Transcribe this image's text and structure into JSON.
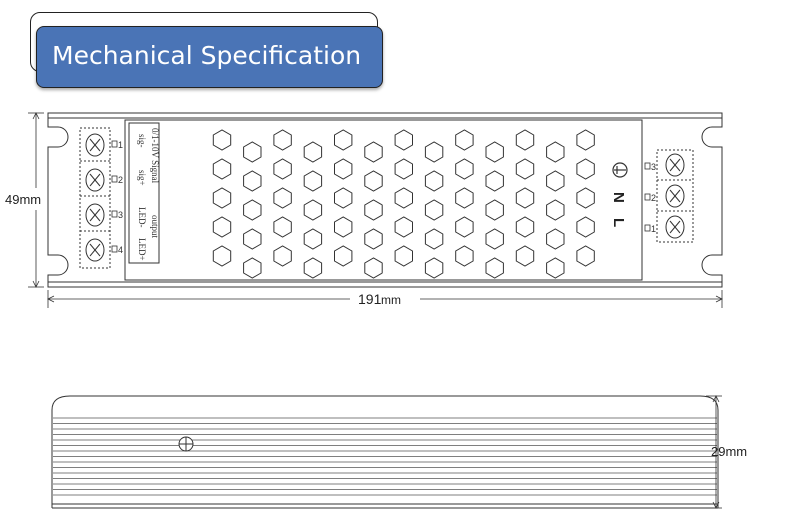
{
  "title": "Mechanical Specification",
  "dimensions": {
    "height": "49mm",
    "length_value": "191",
    "length_unit": "mm",
    "depth": "29mm"
  },
  "left_terminal": {
    "labels": [
      "1",
      "2",
      "3",
      "4"
    ],
    "signal_heading": "0/1-10V Signal",
    "sig_minus": "sig-",
    "sig_plus": "sig+",
    "output_heading": "output",
    "led_minus": "LED-",
    "led_plus": "LED+"
  },
  "right_terminal": {
    "labels": [
      "3",
      "2",
      "1"
    ],
    "ground_symbol": "earth-ground-icon",
    "n_label": "N",
    "l_label": "L"
  },
  "colors": {
    "title_bg": "#4a74b6",
    "title_text": "#ffffff",
    "line": "#333333"
  }
}
